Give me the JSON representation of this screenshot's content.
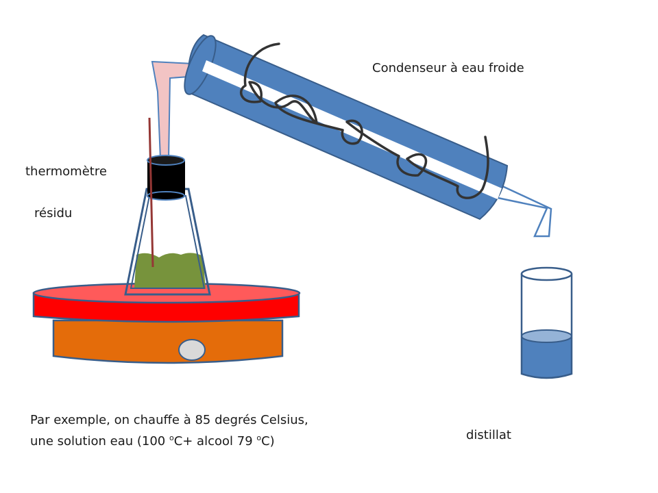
{
  "labels": {
    "condenser": "Condenseur à eau froide",
    "thermometer": "thermomètre",
    "residue": "résidu",
    "distillate": "distillat"
  },
  "note": {
    "line1": "Par exemple, on chauffe à 85 degrés Celsius,",
    "line2_a": "une solution eau (100 ",
    "deg1": "o",
    "line2_b": "C+ alcool 79 ",
    "deg2": "o",
    "line2_c": "C)"
  },
  "colors": {
    "condenser_blue": "#4f81bd",
    "outline": "#385d8a",
    "coil": "#333333",
    "adapter_pink": "#f2c4c4",
    "stopper": "#000000",
    "residue_green": "#77933c",
    "hotplate_top": "#ff0000",
    "hotplate_base": "#e46c0a",
    "knob": "#d9d9d9",
    "thermometer_rod": "#953735",
    "distillate_blue": "#4f81bd"
  }
}
